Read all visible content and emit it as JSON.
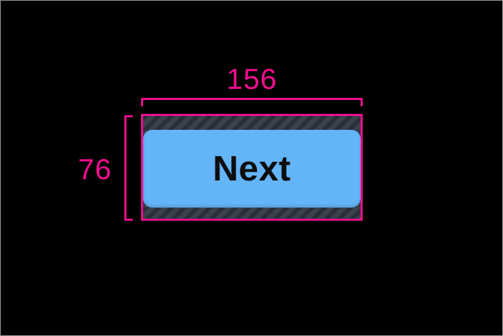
{
  "frame": {
    "background_color": "#000000",
    "border_color": "#9E9E9E"
  },
  "inspector": {
    "width_annotation": {
      "value": "156"
    },
    "height_annotation": {
      "value": "76"
    },
    "accent_color": "#F20D8F",
    "padding_hatch": {
      "base_color": "#3B414C",
      "stripe_color": "#2A2E38",
      "stripe_direction": "diagonal-up-right"
    }
  },
  "button": {
    "label": "Next",
    "background_color": "#64B4F8",
    "text_color": "#0E0E0E"
  }
}
